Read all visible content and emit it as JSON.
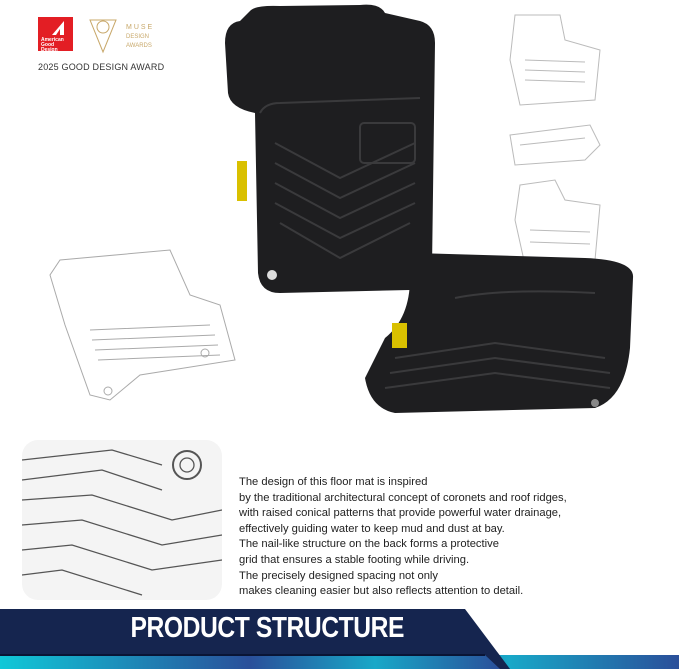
{
  "awards": {
    "logo1": "American Good Design",
    "logo2": "MUSE DESIGN AWARDS",
    "caption": "2025 GOOD DESIGN AWARD"
  },
  "description": {
    "lines": [
      "The design of this floor mat is inspired",
      "by the traditional architectural concept of coronets and roof ridges,",
      "with raised conical patterns that provide powerful water drainage,",
      "effectively guiding water to keep mud and dust at bay.",
      "The nail-like structure on the back forms a protective",
      "grid that ensures a stable footing while driving.",
      "The precisely designed spacing not only",
      "makes cleaning easier but also reflects attention to detail."
    ]
  },
  "banner": {
    "title": "PRODUCT STRUCTURE",
    "colors": {
      "navy": "#15254f",
      "cyan": "#10c8d8",
      "blue": "#2a4f9a"
    }
  },
  "colors": {
    "mat": "#1e1e20",
    "sketch": "#b8b8b8",
    "award_red": "#e31e24",
    "muse_gold": "#c8a86a"
  }
}
